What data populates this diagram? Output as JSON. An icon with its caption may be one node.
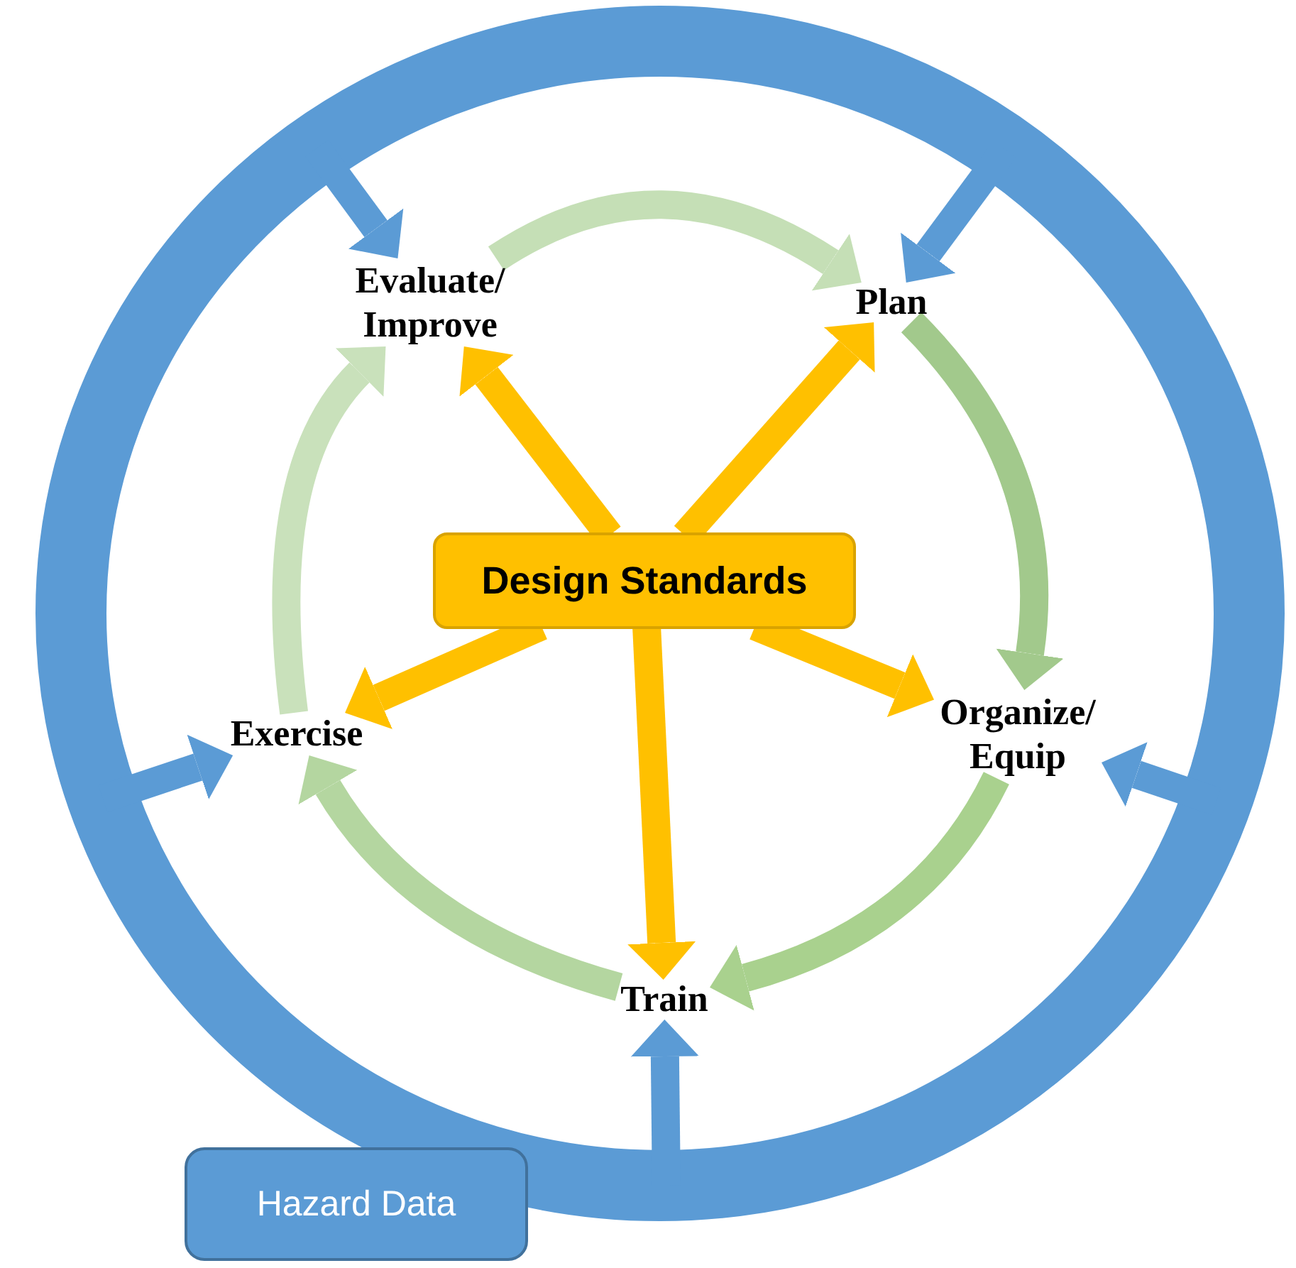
{
  "diagram": {
    "nodes": [
      {
        "text": [],
        "shape": "circle"
      },
      {
        "text": [
          "Design Standards"
        ],
        "in": 0
      },
      {
        "text": [
          "Evaluate/ Improve"
        ],
        "in": 0
      },
      {
        "text": [
          "Plan"
        ],
        "in": 0
      },
      {
        "text": [
          "Organize/ Equip"
        ],
        "in": 0
      },
      {
        "text": [
          "Train"
        ],
        "in": 0
      },
      {
        "text": [
          "Exercise"
        ],
        "in": 0
      },
      {
        "text": [
          "Hazard Data"
        ]
      }
    ],
    "edges": [
      {
        "from": 1,
        "to": 2,
        "arrow": "to",
        "color": "#ffc000"
      },
      {
        "from": 1,
        "to": 3,
        "arrow": "to",
        "color": "#ffc000"
      },
      {
        "from": 1,
        "to": 4,
        "arrow": "to",
        "color": "#ffc000"
      },
      {
        "from": 1,
        "to": 5,
        "arrow": "to",
        "color": "#ffc000"
      },
      {
        "from": 1,
        "to": 6,
        "arrow": "to",
        "color": "#ffc000"
      },
      {
        "from": 2,
        "to": 3,
        "arrow": "to",
        "color": "#c5dfb6"
      },
      {
        "from": 3,
        "to": 4,
        "arrow": "to",
        "color": "#a2c98c"
      },
      {
        "from": 4,
        "to": 5,
        "arrow": "to",
        "color": "#a9d18e"
      },
      {
        "from": 5,
        "to": 6,
        "arrow": "to",
        "color": "#b4d6a0"
      },
      {
        "from": 6,
        "to": 2,
        "arrow": "to",
        "color": "#c9e1bb"
      },
      {
        "from": 0,
        "to": 2,
        "arrow": "to",
        "color": "#5b9bd5"
      },
      {
        "from": 0,
        "to": 3,
        "arrow": "to",
        "color": "#5b9bd5"
      },
      {
        "from": 0,
        "to": 4,
        "arrow": "to",
        "color": "#5b9bd5"
      },
      {
        "from": 0,
        "to": 5,
        "arrow": "to",
        "color": "#5b9bd5"
      },
      {
        "from": 0,
        "to": 6,
        "arrow": "to",
        "color": "#5b9bd5"
      }
    ]
  }
}
